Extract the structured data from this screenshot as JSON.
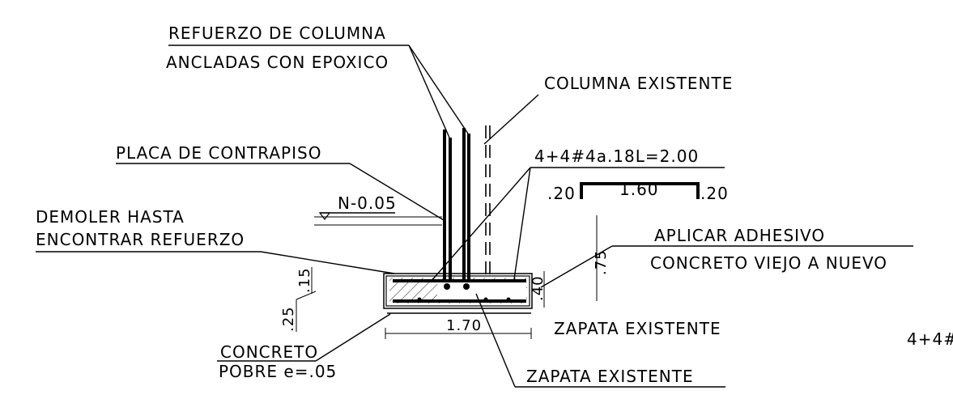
{
  "labels": {
    "refuerzo_columna": "REFUERZO DE COLUMNA",
    "ancladas_epoxico": "ANCLADAS CON EPOXICO",
    "columna_existente": "COLUMNA EXISTENTE",
    "placa_contrapiso": "PLACA DE CONTRAPISO",
    "rebar_spec": "4+4#4a.18L=2.00",
    "bar_left_hook": ".20",
    "bar_length": "1.60",
    "bar_right_hook": ".20",
    "level": "N-0.05",
    "demoler_hasta": "DEMOLER HASTA",
    "encontrar_refuerzo": "ENCONTRAR REFUERZO",
    "aplicar_adhesivo": "APLICAR ADHESIVO",
    "concreto_viejo_nuevo": "CONCRETO VIEJO A NUEVO",
    "dim_075": ".75",
    "dim_040": ".40",
    "dim_015": ".15",
    "dim_025": ".25",
    "dim_170": "1.70",
    "zapata_existente_right": "ZAPATA EXISTENTE",
    "zapata_existente_bottom": "ZAPATA EXISTENTE",
    "concreto": "CONCRETO",
    "pobre": "POBRE e=.05",
    "cutoff_spec": "4+4#"
  }
}
